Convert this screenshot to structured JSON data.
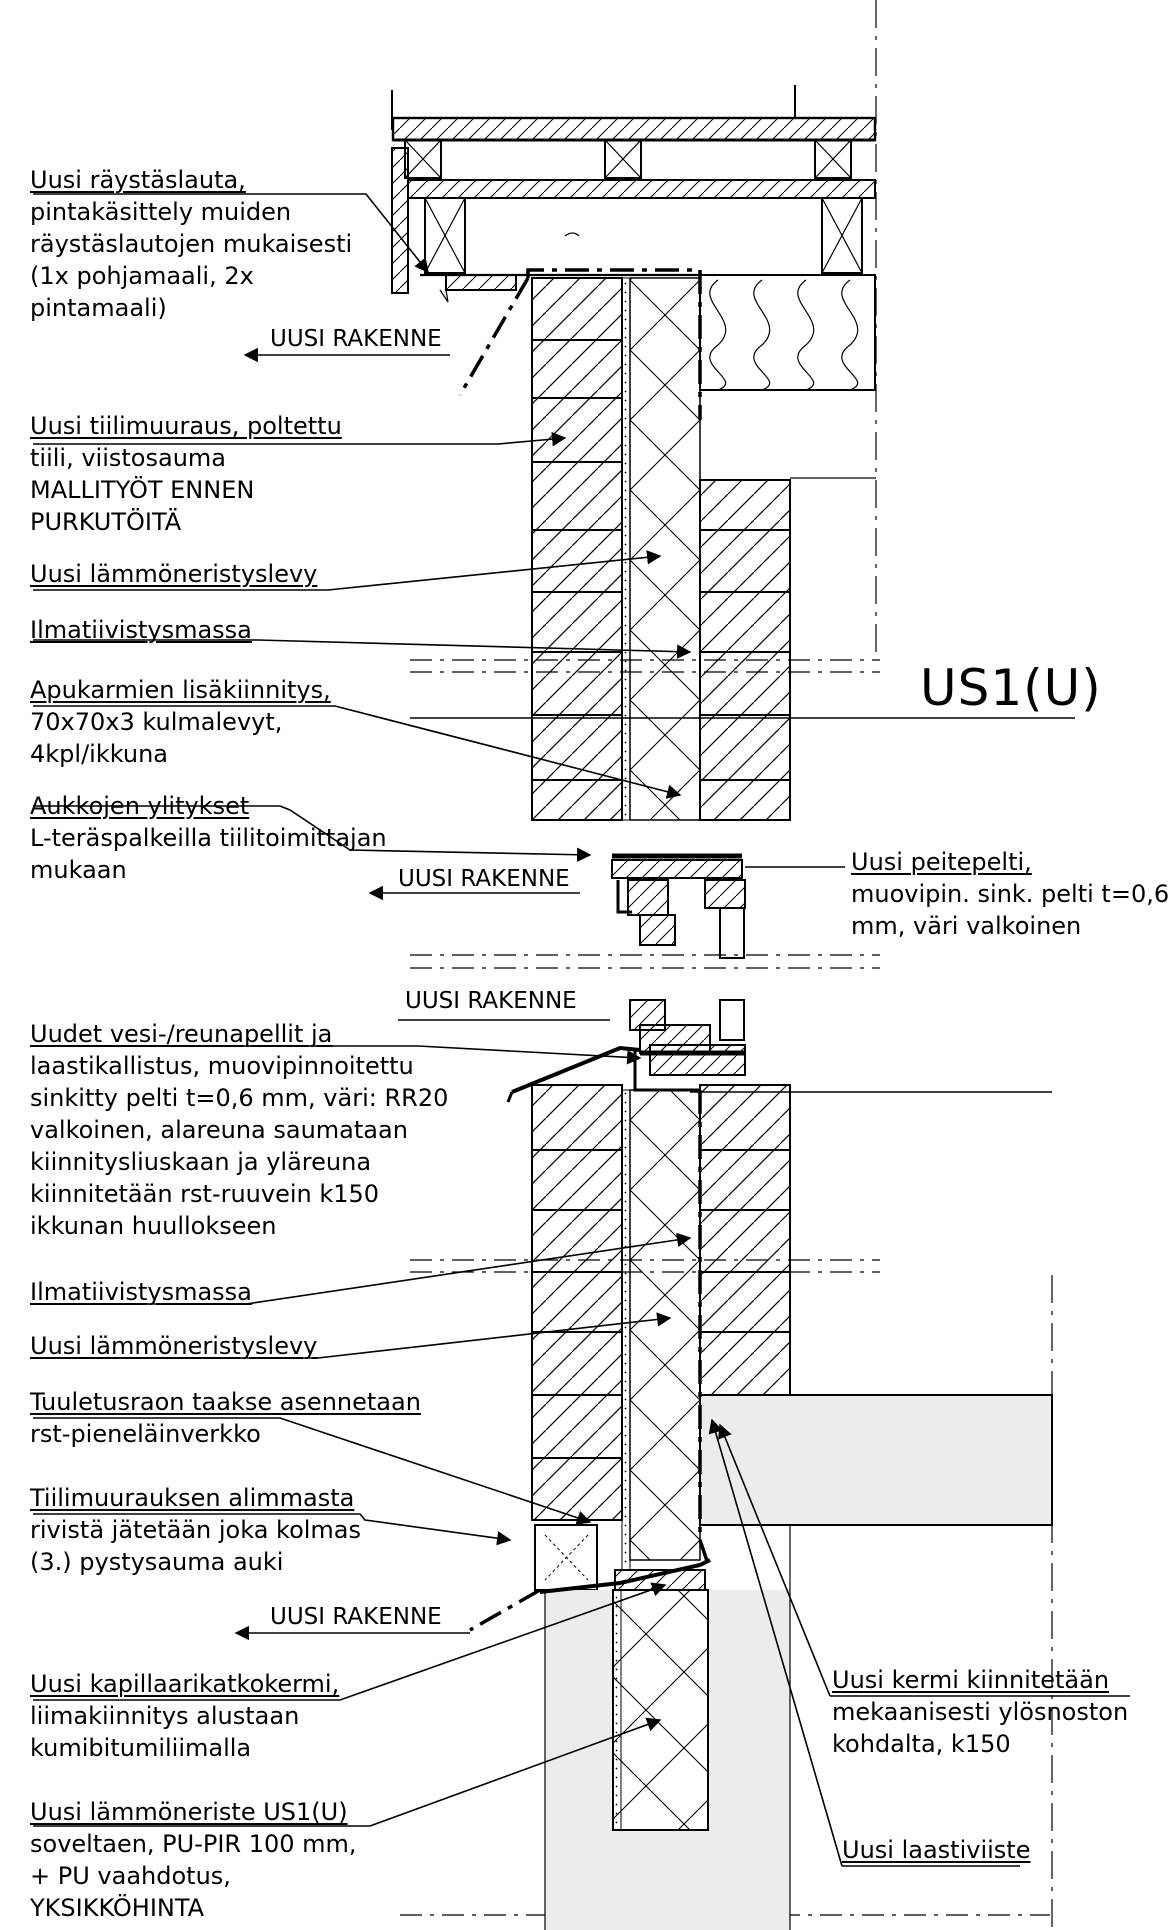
{
  "annotations": {
    "raystaslauta": [
      "Uusi räystäslauta,",
      "pintakäsittely muiden",
      "räystäslautojen mukaisesti",
      "(1x pohjamaali, 2x",
      "pintamaali)"
    ],
    "tiilimuuraus": [
      "Uusi tiilimuuraus, poltettu",
      "tiili, viistosauma",
      "MALLITYÖT ENNEN",
      "PURKUTÖITÄ"
    ],
    "lammoneristyslevy_top": [
      "Uusi lämmöneristyslevy"
    ],
    "ilmatiivistysmassa_top": [
      "Ilmatiivistysmassa"
    ],
    "apukarmien": [
      "Apukarmien lisäkiinnitys,",
      "70x70x3 kulmalevyt,",
      "4kpl/ikkuna"
    ],
    "aukkojen": [
      "Aukkojen ylitykset",
      "L-teräspalkeilla tiilitoimittajan",
      "mukaan"
    ],
    "peitepelti": [
      "Uusi peitepelti,",
      "muovipin. sink. pelti t=0,6",
      "mm, väri valkoinen"
    ],
    "vesipellit": [
      "Uudet vesi-/reunapellit ja",
      "laastikallistus, muovipinnoitettu",
      "sinkitty pelti t=0,6 mm, väri: RR20",
      "valkoinen, alareuna saumataan",
      "kiinnitysliuskaan ja yläreuna",
      "kiinnitetään rst-ruuvein k150",
      "ikkunan huullokseen"
    ],
    "ilmatiivistysmassa_bottom": [
      "Ilmatiivistysmassa"
    ],
    "lammoneristyslevy_bottom": [
      "Uusi lämmöneristyslevy"
    ],
    "tuuletusrao": [
      "Tuuletusraon taakse asennetaan",
      "rst-pieneläinverkko"
    ],
    "alimmasta": [
      "Tiilimuurauksen alimmasta",
      "rivistä jätetään joka kolmas",
      "(3.) pystysauma auki"
    ],
    "kapillaari": [
      "Uusi kapillaarikatkokermi,",
      "liimakiinnitys alustaan",
      "kumibitumiliimalla"
    ],
    "lammoneriste": [
      "Uusi lämmöneriste US1(U)",
      "soveltaen, PU-PIR 100 mm,",
      "+ PU vaahdotus,",
      "YKSIKKÖHINTA"
    ],
    "kermi": [
      "Uusi kermi kiinnitetään",
      "mekaanisesti ylösnoston",
      "kohdalta, k150"
    ],
    "laastiviiste": [
      "Uusi laastiviiste"
    ]
  },
  "rakenne_label": "UUSI RAKENNE",
  "structure_id": "US1(U)",
  "colors": {
    "line": "#000000",
    "concrete": "#ececec",
    "background": "#ffffff"
  }
}
